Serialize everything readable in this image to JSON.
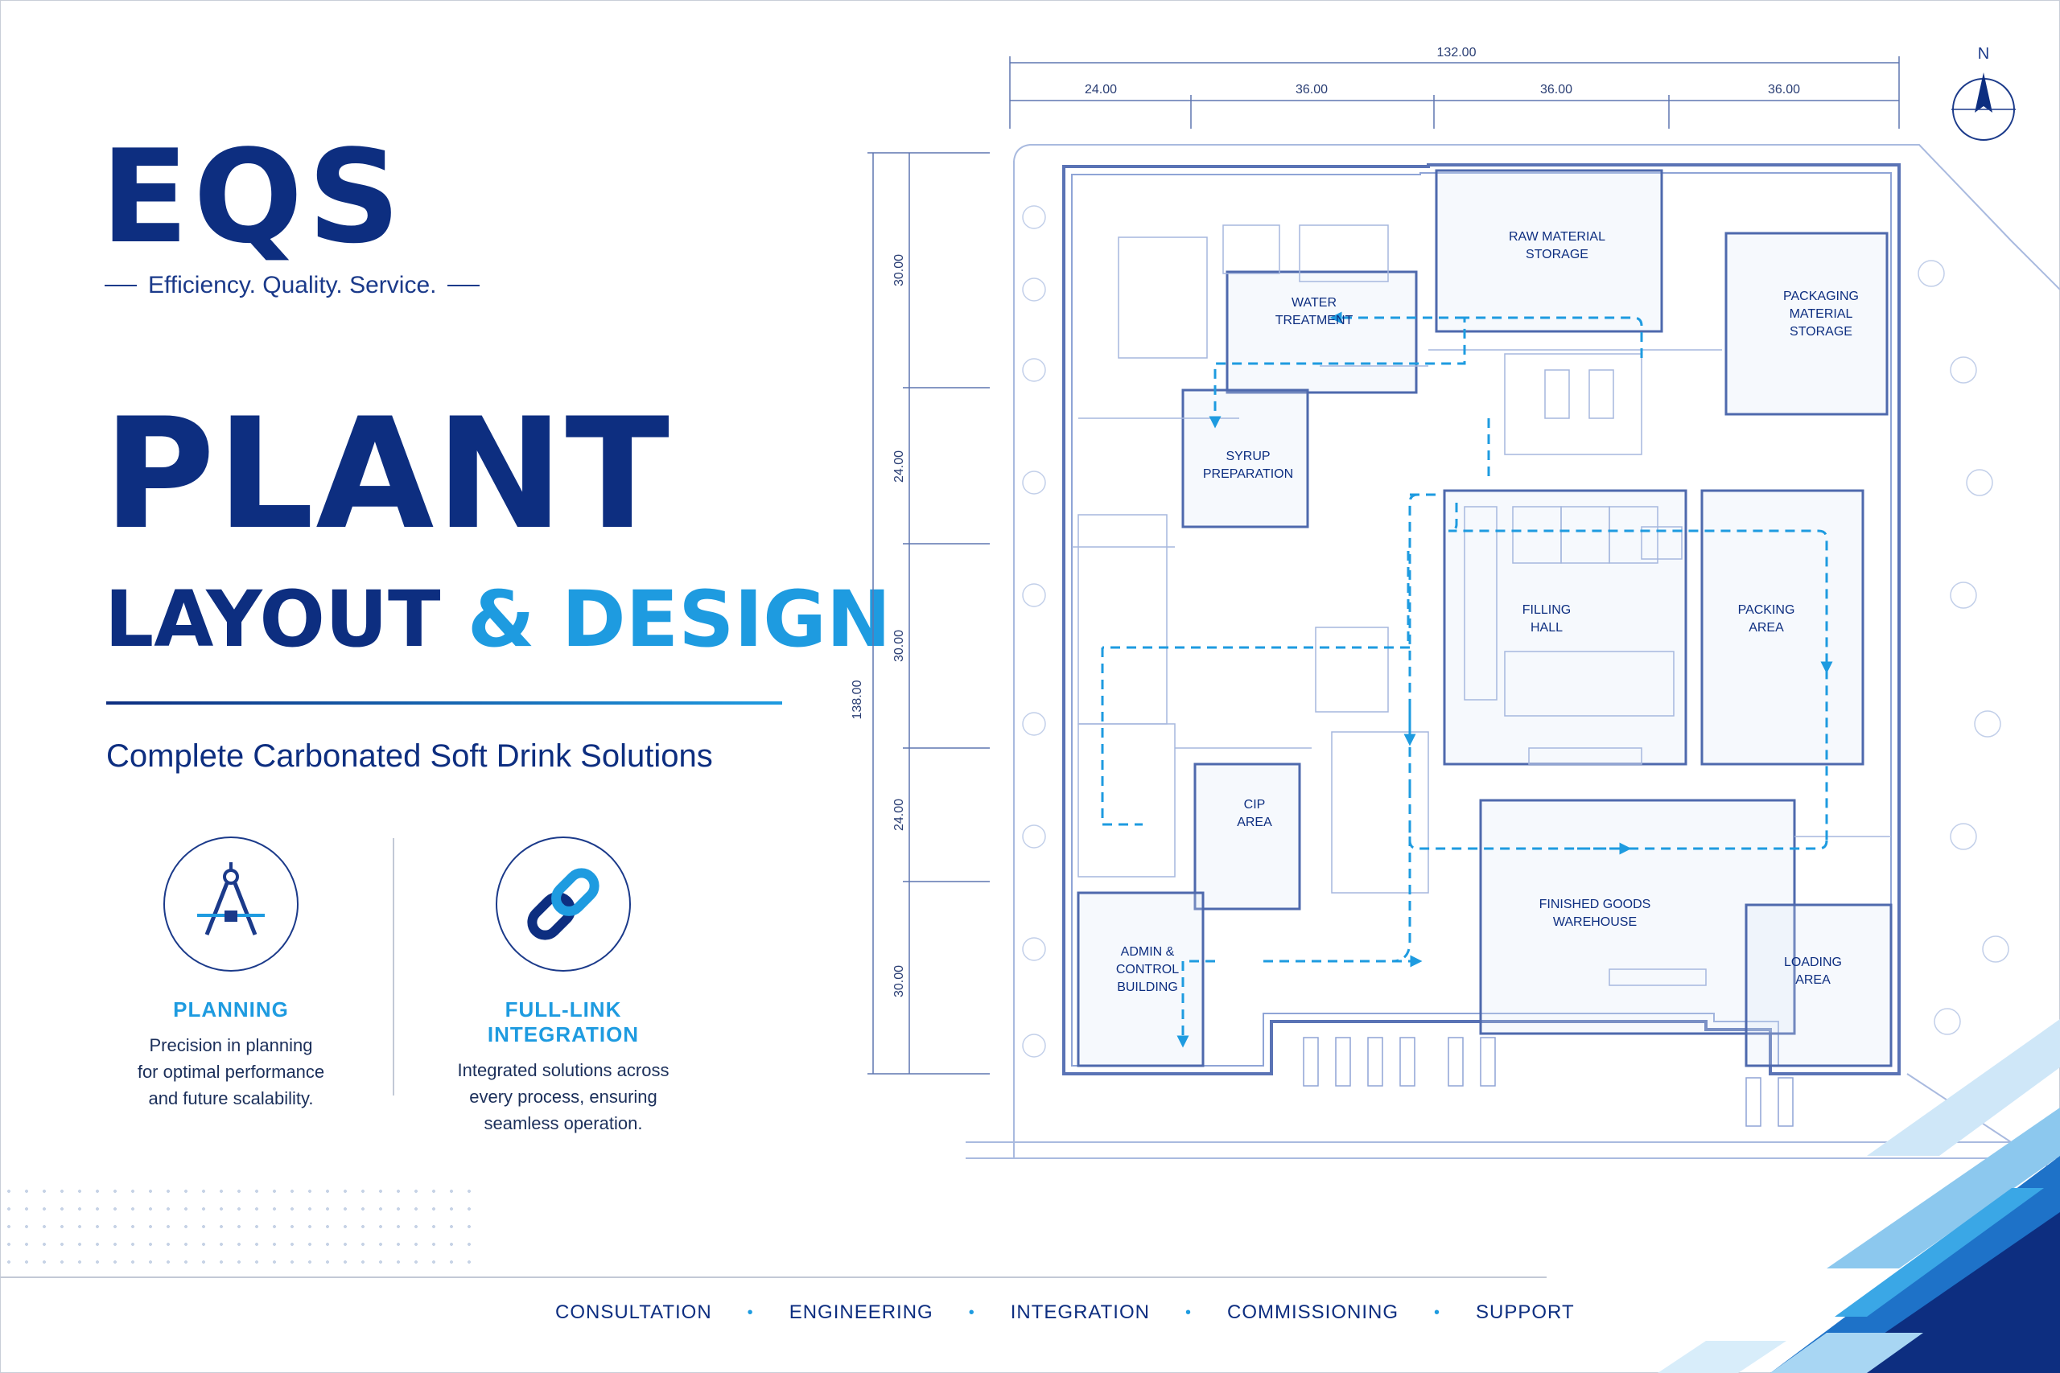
{
  "brand": {
    "logo": "EQS",
    "tagline": "Efficiency. Quality. Service."
  },
  "headline": {
    "line1": "PLANT",
    "line2_a": "LAYOUT",
    "line2_b": "& DESIGN",
    "subtitle": "Complete Carbonated Soft Drink Solutions"
  },
  "features": [
    {
      "icon": "compass-icon",
      "title": "PLANNING",
      "desc": [
        "Precision in planning",
        "for optimal performance",
        "and future scalability."
      ]
    },
    {
      "icon": "chain-link-icon",
      "title": "FULL-LINK INTEGRATION",
      "desc": [
        "Integrated solutions across",
        "every process, ensuring",
        "seamless operation."
      ]
    }
  ],
  "services": [
    "CONSULTATION",
    "ENGINEERING",
    "INTEGRATION",
    "COMMISSIONING",
    "SUPPORT"
  ],
  "plan": {
    "north": "N",
    "dims_top_total": "132.00",
    "dims_top": [
      "24.00",
      "36.00",
      "36.00",
      "36.00"
    ],
    "dims_left_total": "138.00",
    "dims_left": [
      "30.00",
      "24.00",
      "30.00",
      "24.00",
      "30.00"
    ],
    "rooms": [
      {
        "id": "raw",
        "lines": [
          "RAW MATERIAL",
          "STORAGE"
        ]
      },
      {
        "id": "water",
        "lines": [
          "WATER",
          "TREATMENT"
        ]
      },
      {
        "id": "packaging",
        "lines": [
          "PACKAGING",
          "MATERIAL",
          "STORAGE"
        ]
      },
      {
        "id": "syrup",
        "lines": [
          "SYRUP",
          "PREPARATION"
        ]
      },
      {
        "id": "filling",
        "lines": [
          "FILLING",
          "HALL"
        ]
      },
      {
        "id": "packing",
        "lines": [
          "PACKING",
          "AREA"
        ]
      },
      {
        "id": "cip",
        "lines": [
          "CIP",
          "AREA"
        ]
      },
      {
        "id": "finished",
        "lines": [
          "FINISHED GOODS",
          "WAREHOUSE"
        ]
      },
      {
        "id": "loading",
        "lines": [
          "LOADING",
          "AREA"
        ]
      },
      {
        "id": "admin",
        "lines": [
          "ADMIN &",
          "CONTROL",
          "BUILDING"
        ]
      }
    ]
  },
  "colors": {
    "navy": "#0d2e80",
    "accent": "#1e9be0",
    "blueprint": "#7f99cf",
    "flow": "#1e9be0"
  }
}
